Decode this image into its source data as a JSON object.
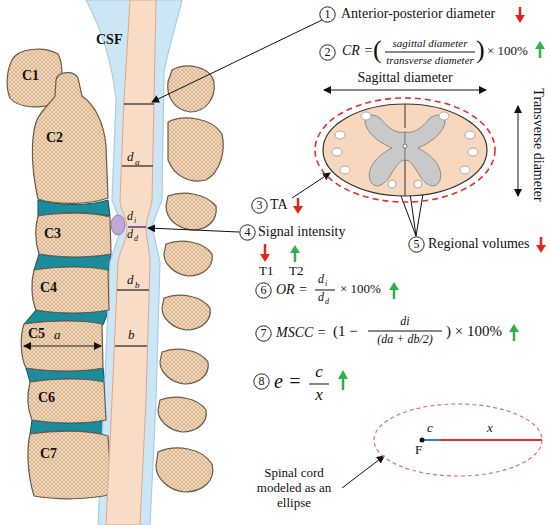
{
  "diagram": {
    "nodes": [
      {
        "text": [
          "CSF"
        ]
      },
      {
        "text": [
          "C1"
        ]
      },
      {
        "text": [
          "C2"
        ]
      },
      {
        "text": [
          "C3"
        ]
      },
      {
        "text": [
          "C4"
        ]
      },
      {
        "text": [
          "C5"
        ]
      },
      {
        "text": [
          "C6"
        ]
      },
      {
        "text": [
          "C7"
        ]
      },
      {
        "text": [
          "1"
        ]
      },
      {
        "text": [
          "2"
        ]
      },
      {
        "text": [
          "3"
        ]
      },
      {
        "text": [
          "4"
        ]
      },
      {
        "text": [
          "5"
        ]
      },
      {
        "text": [
          "6"
        ]
      },
      {
        "text": [
          "7"
        ]
      },
      {
        "text": [
          "8"
        ]
      }
    ],
    "labels": [
      "d",
      "a",
      "d",
      "i",
      "d",
      "d",
      "d",
      "b",
      "a",
      "b",
      "Anterior-posterior diameter",
      "CR =",
      "(",
      "sagittal diameter",
      "transverse diameter",
      ")",
      "× 100%",
      "Sagittal diameter",
      "Transverse diameter",
      "TA",
      "Signal intensity",
      "T1",
      "T2",
      "Regional volumes",
      "OR =",
      "d",
      "i",
      "d",
      "d",
      "× 100%",
      "MSCC =",
      "(1 −",
      "di",
      "(da + db/2)",
      ") × 100%",
      "e =",
      "c",
      "x",
      "F",
      "c",
      "x",
      "Spinal cord modeled as an ellipse"
    ]
  }
}
